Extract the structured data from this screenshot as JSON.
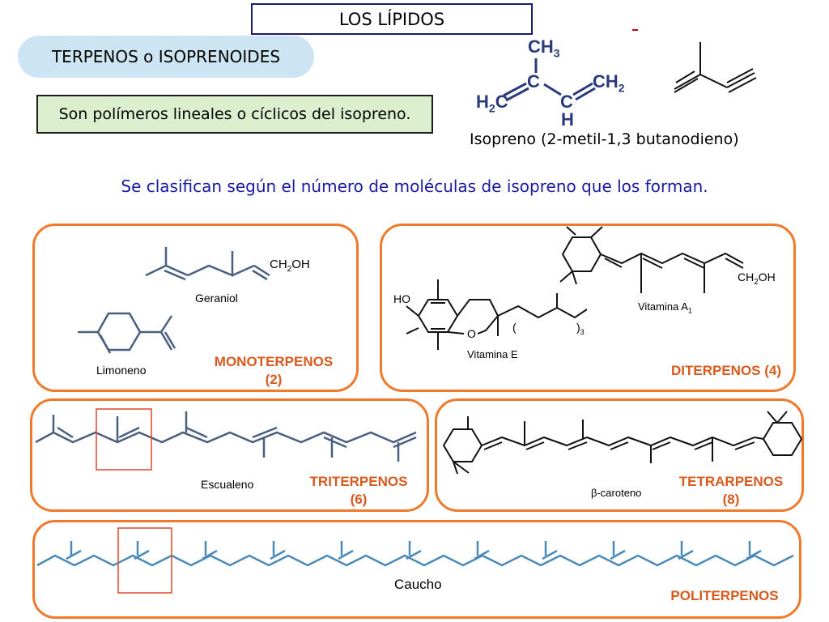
{
  "header": {
    "title": "LOS LÍPIDOS",
    "subtitle": "TERPENOS o ISOPRENOIDES",
    "definition": "Son polímeros lineales o cíclicos del isopreno.",
    "isoprene_caption": "Isopreno (2-metil-1,3 butanodieno)",
    "classification": "Se clasifican según el número de moléculas de isopreno que los forman."
  },
  "isoprene_formula": {
    "ch3": "CH3",
    "c_top": "C",
    "ch2_right": "CH2",
    "h2c_left": "H2C",
    "c_bottom": "C",
    "h": "H"
  },
  "monoterpenos": {
    "geraniol_name": "Geraniol",
    "geraniol_group": "CH2OH",
    "limoneno_name": "Limoneno",
    "class_label": "MONOTERPENOS",
    "count": "(2)"
  },
  "diterpenos": {
    "vitamina_a_name": "Vitamina A1",
    "vitamina_a_group": "CH2OH",
    "vitamina_e_name": "Vitamina E",
    "ho_label": "HO",
    "o_label": "O",
    "repeat_index": "3",
    "class_label": "DITERPENOS (4)"
  },
  "triterpenos": {
    "escualeno_name": "Escualeno",
    "class_label": "TRITERPENOS",
    "count": "(6)"
  },
  "tetrarpenos": {
    "caroteno_name": "β-caroteno",
    "class_label": "TETRARPENOS",
    "count": "(8)"
  },
  "politerpenos": {
    "caucho_name": "Caucho",
    "class_label": "POLITERPENOS"
  },
  "colors": {
    "panel_border": "#ef7a2b",
    "class_label": "#d85a1e",
    "bond": "#4a5f80",
    "classify_text": "#1a1aa0",
    "highlight": "#e0452a"
  }
}
